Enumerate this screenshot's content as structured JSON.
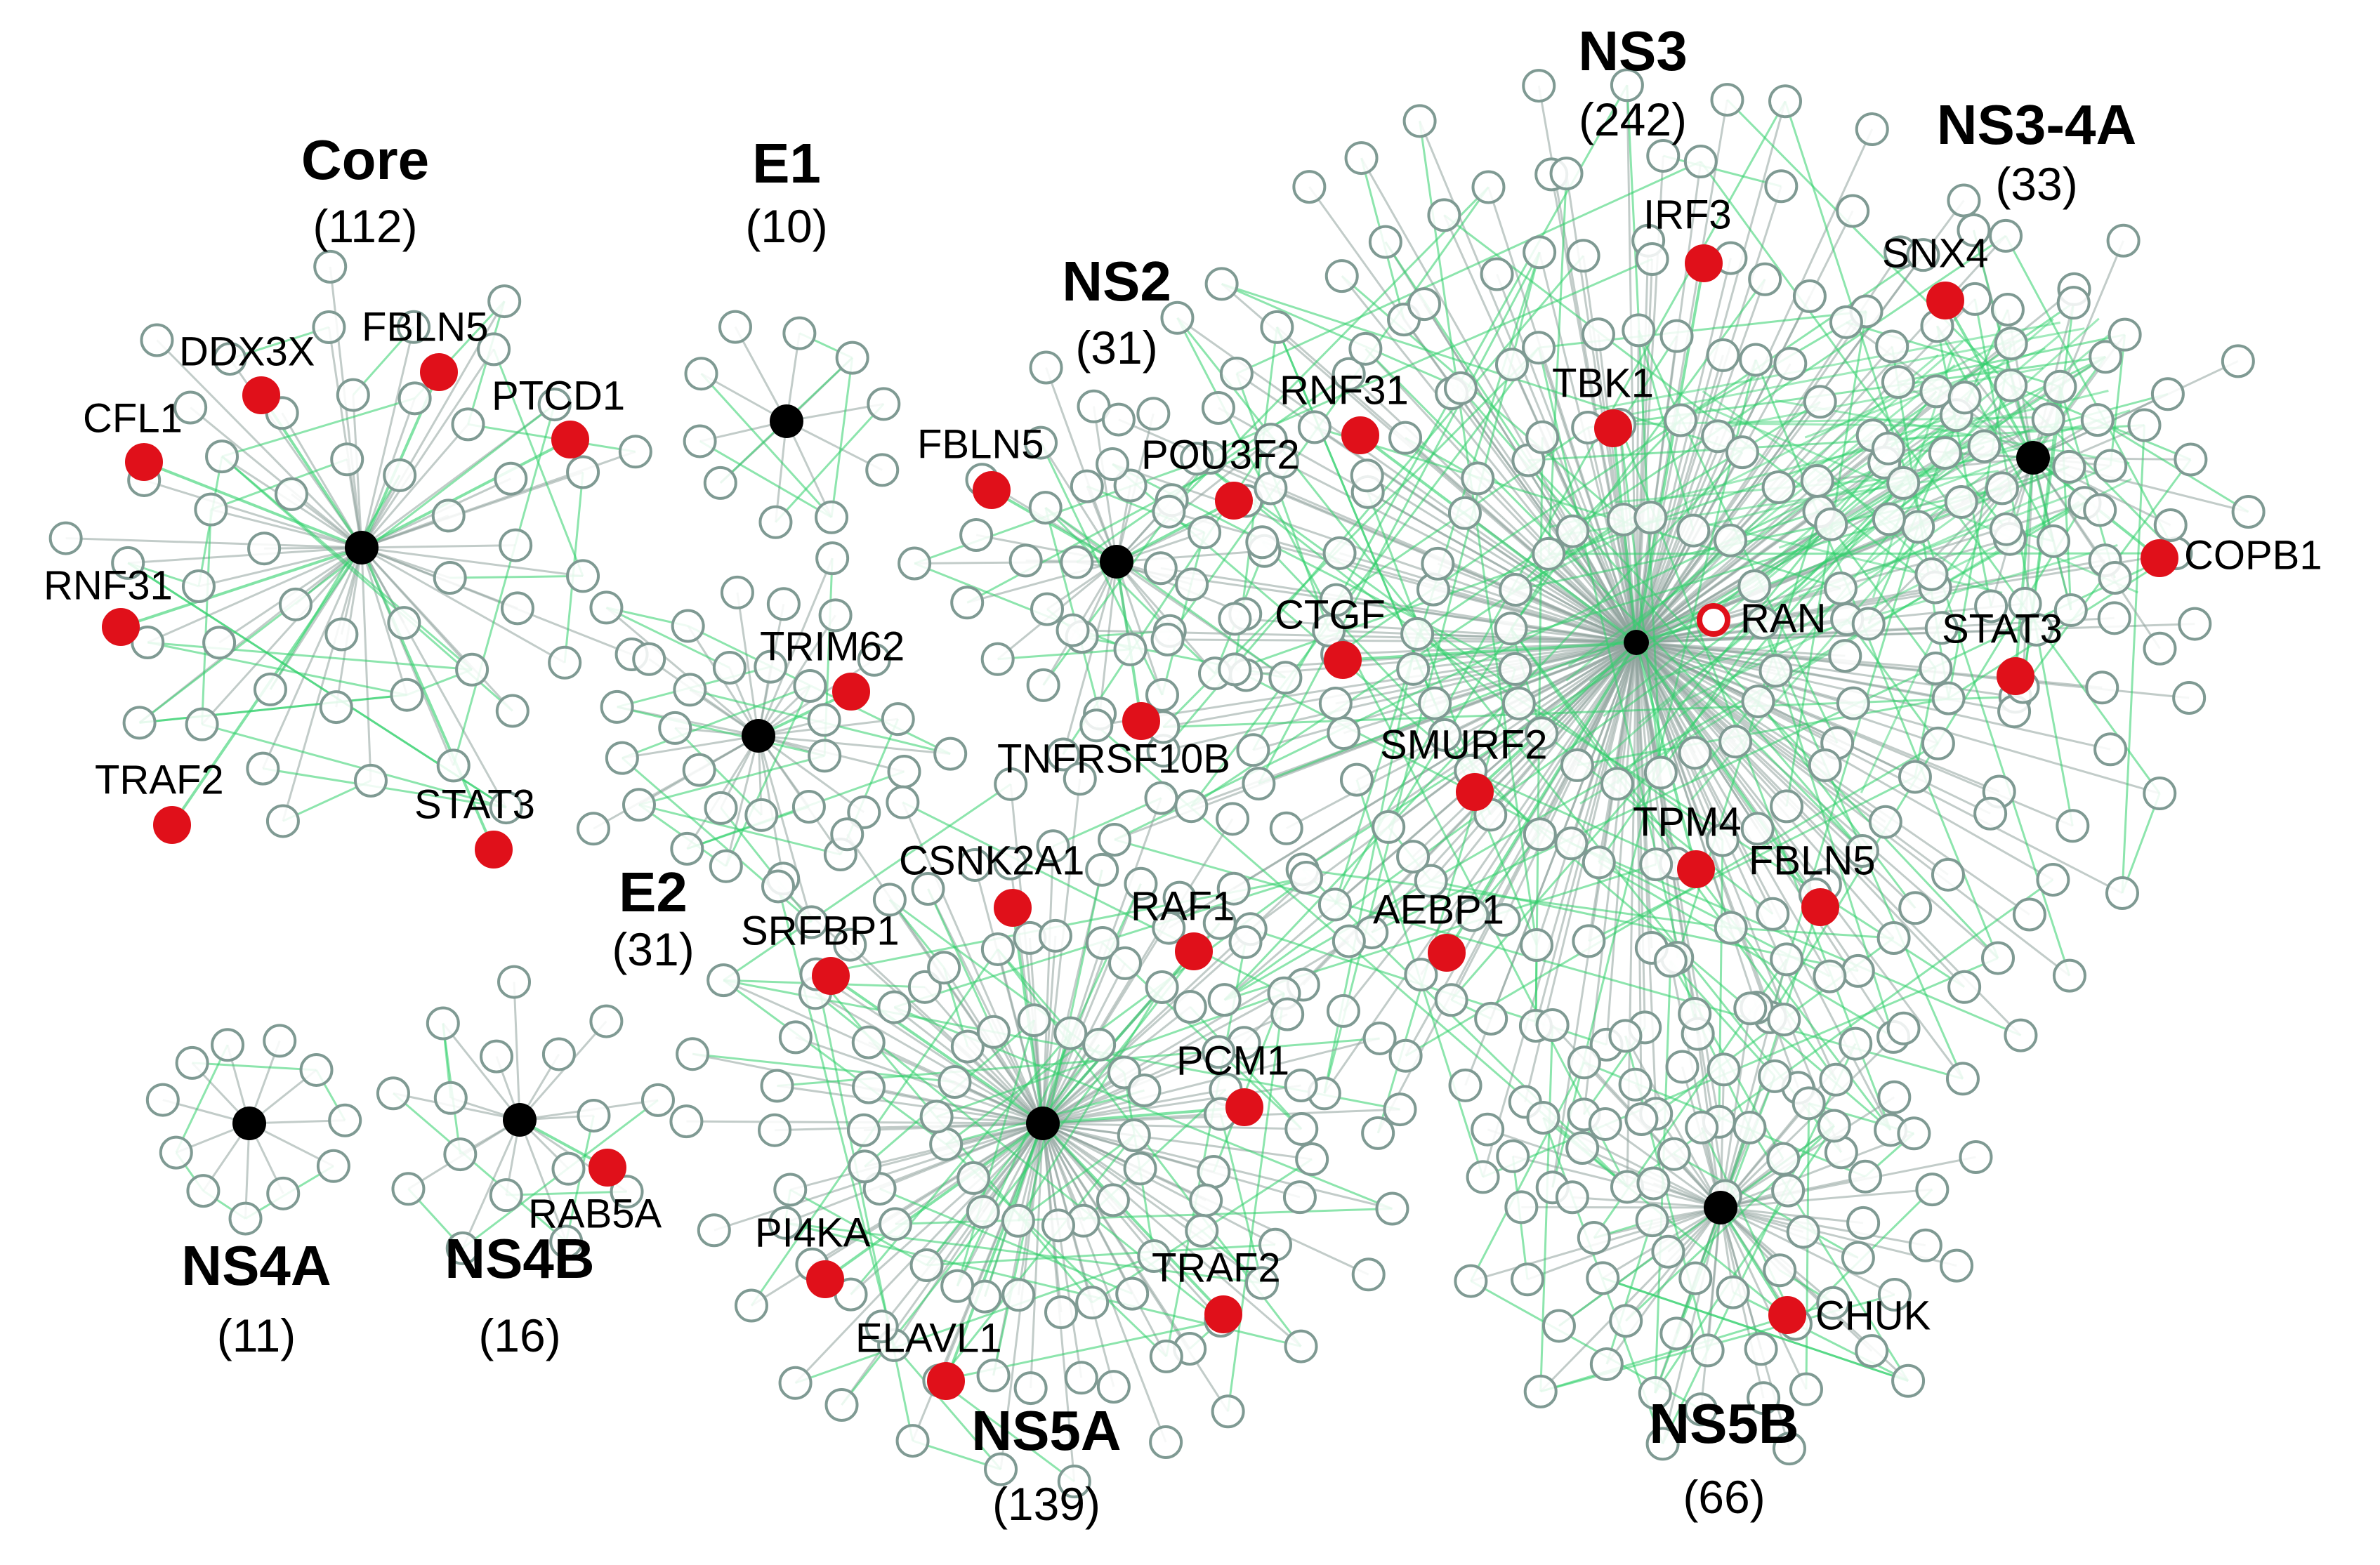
{
  "diagram": {
    "colors": {
      "background": "#ffffff",
      "viral_node": "#000000",
      "host_node_stroke": "#7f9a93",
      "highlight_node": "#e0101a",
      "viral_host_edge": "#8fa39c",
      "host_host_edge": "#2fd06a"
    },
    "clusters": [
      {
        "id": "core",
        "title": "Core",
        "count": "(112)"
      },
      {
        "id": "e1",
        "title": "E1",
        "count": "(10)"
      },
      {
        "id": "e2",
        "title": "E2",
        "count": "(31)"
      },
      {
        "id": "ns2",
        "title": "NS2",
        "count": "(31)"
      },
      {
        "id": "ns3",
        "title": "NS3",
        "count": "(242)"
      },
      {
        "id": "ns34a",
        "title": "NS3-4A",
        "count": "(33)"
      },
      {
        "id": "ns4a",
        "title": "NS4A",
        "count": "(11)"
      },
      {
        "id": "ns4b",
        "title": "NS4B",
        "count": "(16)"
      },
      {
        "id": "ns5a",
        "title": "NS5A",
        "count": "(139)"
      },
      {
        "id": "ns5b",
        "title": "NS5B",
        "count": "(66)"
      }
    ],
    "highlighted_genes": [
      {
        "cluster": "core",
        "label": "DDX3X"
      },
      {
        "cluster": "core",
        "label": "FBLN5"
      },
      {
        "cluster": "core",
        "label": "CFL1"
      },
      {
        "cluster": "core",
        "label": "PTCD1"
      },
      {
        "cluster": "core",
        "label": "RNF31"
      },
      {
        "cluster": "core",
        "label": "TRAF2"
      },
      {
        "cluster": "core",
        "label": "STAT3"
      },
      {
        "cluster": "e2",
        "label": "TRIM62"
      },
      {
        "cluster": "ns2",
        "label": "FBLN5"
      },
      {
        "cluster": "ns2",
        "label": "POU3F2"
      },
      {
        "cluster": "ns2",
        "label": "TNFRSF10B"
      },
      {
        "cluster": "ns3",
        "label": "IRF3"
      },
      {
        "cluster": "ns3",
        "label": "RNF31"
      },
      {
        "cluster": "ns3",
        "label": "TBK1"
      },
      {
        "cluster": "ns3",
        "label": "CTGF"
      },
      {
        "cluster": "ns3",
        "label": "RAN"
      },
      {
        "cluster": "ns3",
        "label": "SMURF2"
      },
      {
        "cluster": "ns3",
        "label": "TPM4"
      },
      {
        "cluster": "ns3",
        "label": "FBLN5"
      },
      {
        "cluster": "ns3",
        "label": "AEBP1"
      },
      {
        "cluster": "ns34a",
        "label": "SNX4"
      },
      {
        "cluster": "ns34a",
        "label": "COPB1"
      },
      {
        "cluster": "ns34a",
        "label": "STAT3"
      },
      {
        "cluster": "ns4b",
        "label": "RAB5A"
      },
      {
        "cluster": "ns5a",
        "label": "CSNK2A1"
      },
      {
        "cluster": "ns5a",
        "label": "SRFBP1"
      },
      {
        "cluster": "ns5a",
        "label": "RAF1"
      },
      {
        "cluster": "ns5a",
        "label": "PCM1"
      },
      {
        "cluster": "ns5a",
        "label": "PI4KA"
      },
      {
        "cluster": "ns5a",
        "label": "TRAF2"
      },
      {
        "cluster": "ns5a",
        "label": "ELAVL1"
      },
      {
        "cluster": "ns5b",
        "label": "CHUK"
      }
    ]
  }
}
